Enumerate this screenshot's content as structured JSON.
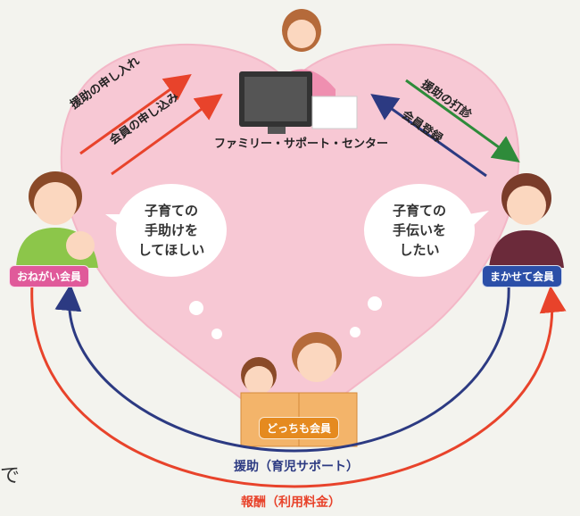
{
  "center": {
    "label": "ファミリー・サポート・センター"
  },
  "arrows": {
    "request_aid": "援助の申し入れ",
    "member_apply": "会員の申し込み",
    "aid_inquiry": "援助の打診",
    "member_register": "会員登録"
  },
  "members": {
    "requester": "おねがい会員",
    "provider": "まかせて会員",
    "both": "どっちも会員"
  },
  "bubbles": {
    "left": [
      "子育ての",
      "手助けを",
      "してほしい"
    ],
    "right": [
      "子育ての",
      "手伝いを",
      "したい"
    ]
  },
  "bottom": {
    "support": "援助（育児サポート）",
    "reward": "報酬（利用料金）"
  },
  "side_char": "で",
  "colors": {
    "heart": "#f7c8d4",
    "red": "#e8432b",
    "navy": "#2c3a82",
    "green": "#2e8b3a",
    "badge_pink": "#e05a9a",
    "badge_blue": "#2b4fa8",
    "badge_orange": "#e58a1f"
  }
}
